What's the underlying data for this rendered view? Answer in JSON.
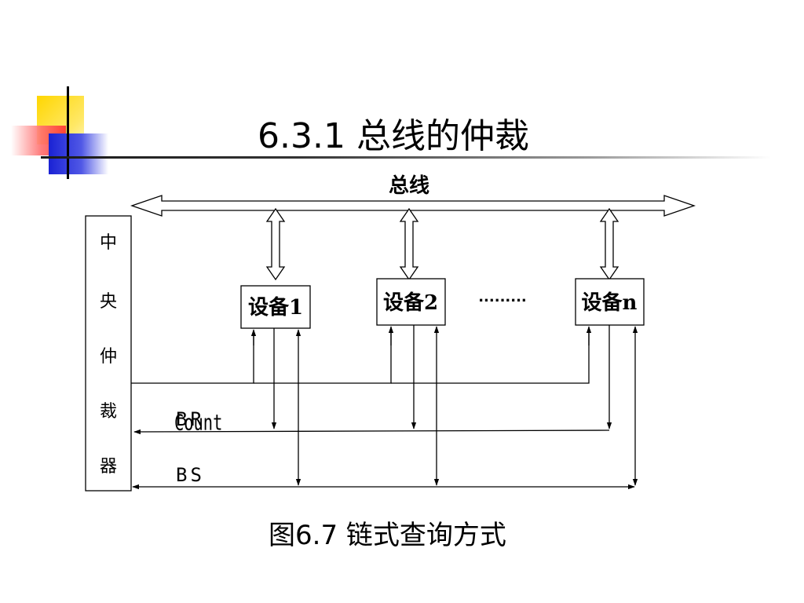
{
  "slide": {
    "title": "6.3.1  总线的仲裁",
    "caption": "图6.7  链式查询方式"
  },
  "diagram": {
    "bus_label": "总线",
    "arbiter_label": [
      "中",
      "央",
      "仲",
      "裁",
      "器"
    ],
    "devices": [
      {
        "label": "设备1"
      },
      {
        "label": "设备2"
      },
      {
        "label": "设备n"
      }
    ],
    "ellipsis": ".........",
    "signals": {
      "count": "Count",
      "br": "BR",
      "bs": "BS"
    }
  },
  "colors": {
    "deco_yellow": "#ffd600",
    "deco_red": "#ff3030",
    "deco_blue": "#1a22d4",
    "line": "#000000"
  }
}
